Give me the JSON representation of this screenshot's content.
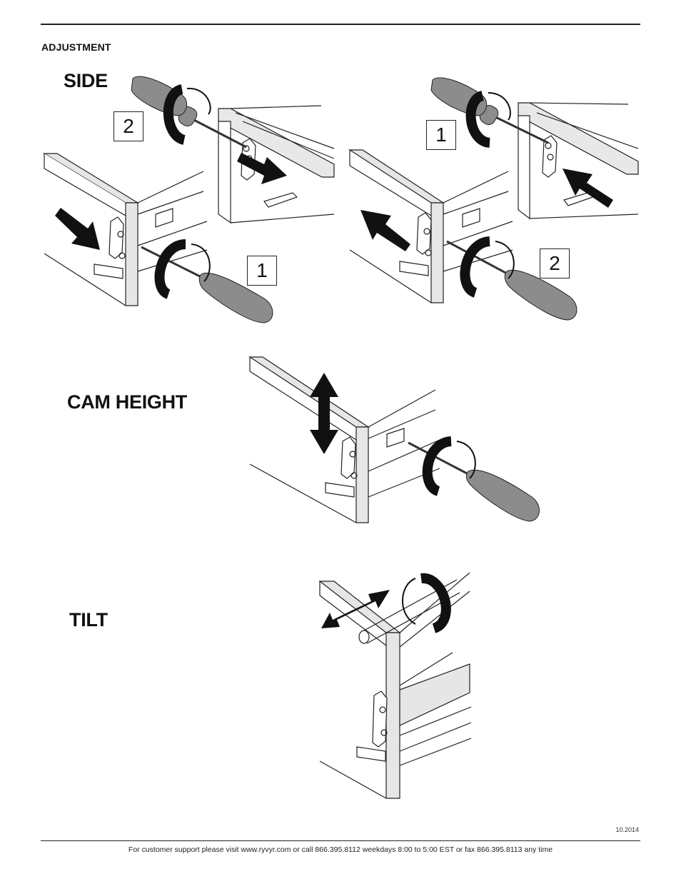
{
  "header": {
    "section_title": "ADJUSTMENT"
  },
  "labels": {
    "side": "SIDE",
    "cam_height": "CAM HEIGHT",
    "tilt": "TILT"
  },
  "steps": {
    "left_top": "2",
    "left_bottom": "1",
    "right_top": "1",
    "right_bottom": "2"
  },
  "icons": [
    "screwdriver-icon",
    "rotation-arrow-icon",
    "direction-arrow-icon",
    "drawer-cam-icon"
  ],
  "colors": {
    "handle": "#8c8c8c",
    "panel": "#e6e6e6",
    "ink": "#111111"
  },
  "footer": {
    "version": "10.2014",
    "support_text": "For customer support please visit www.ryvyr.com or call 866.395.8112 weekdays 8:00 to 5:00 EST or fax 866.395.8113 any time"
  }
}
